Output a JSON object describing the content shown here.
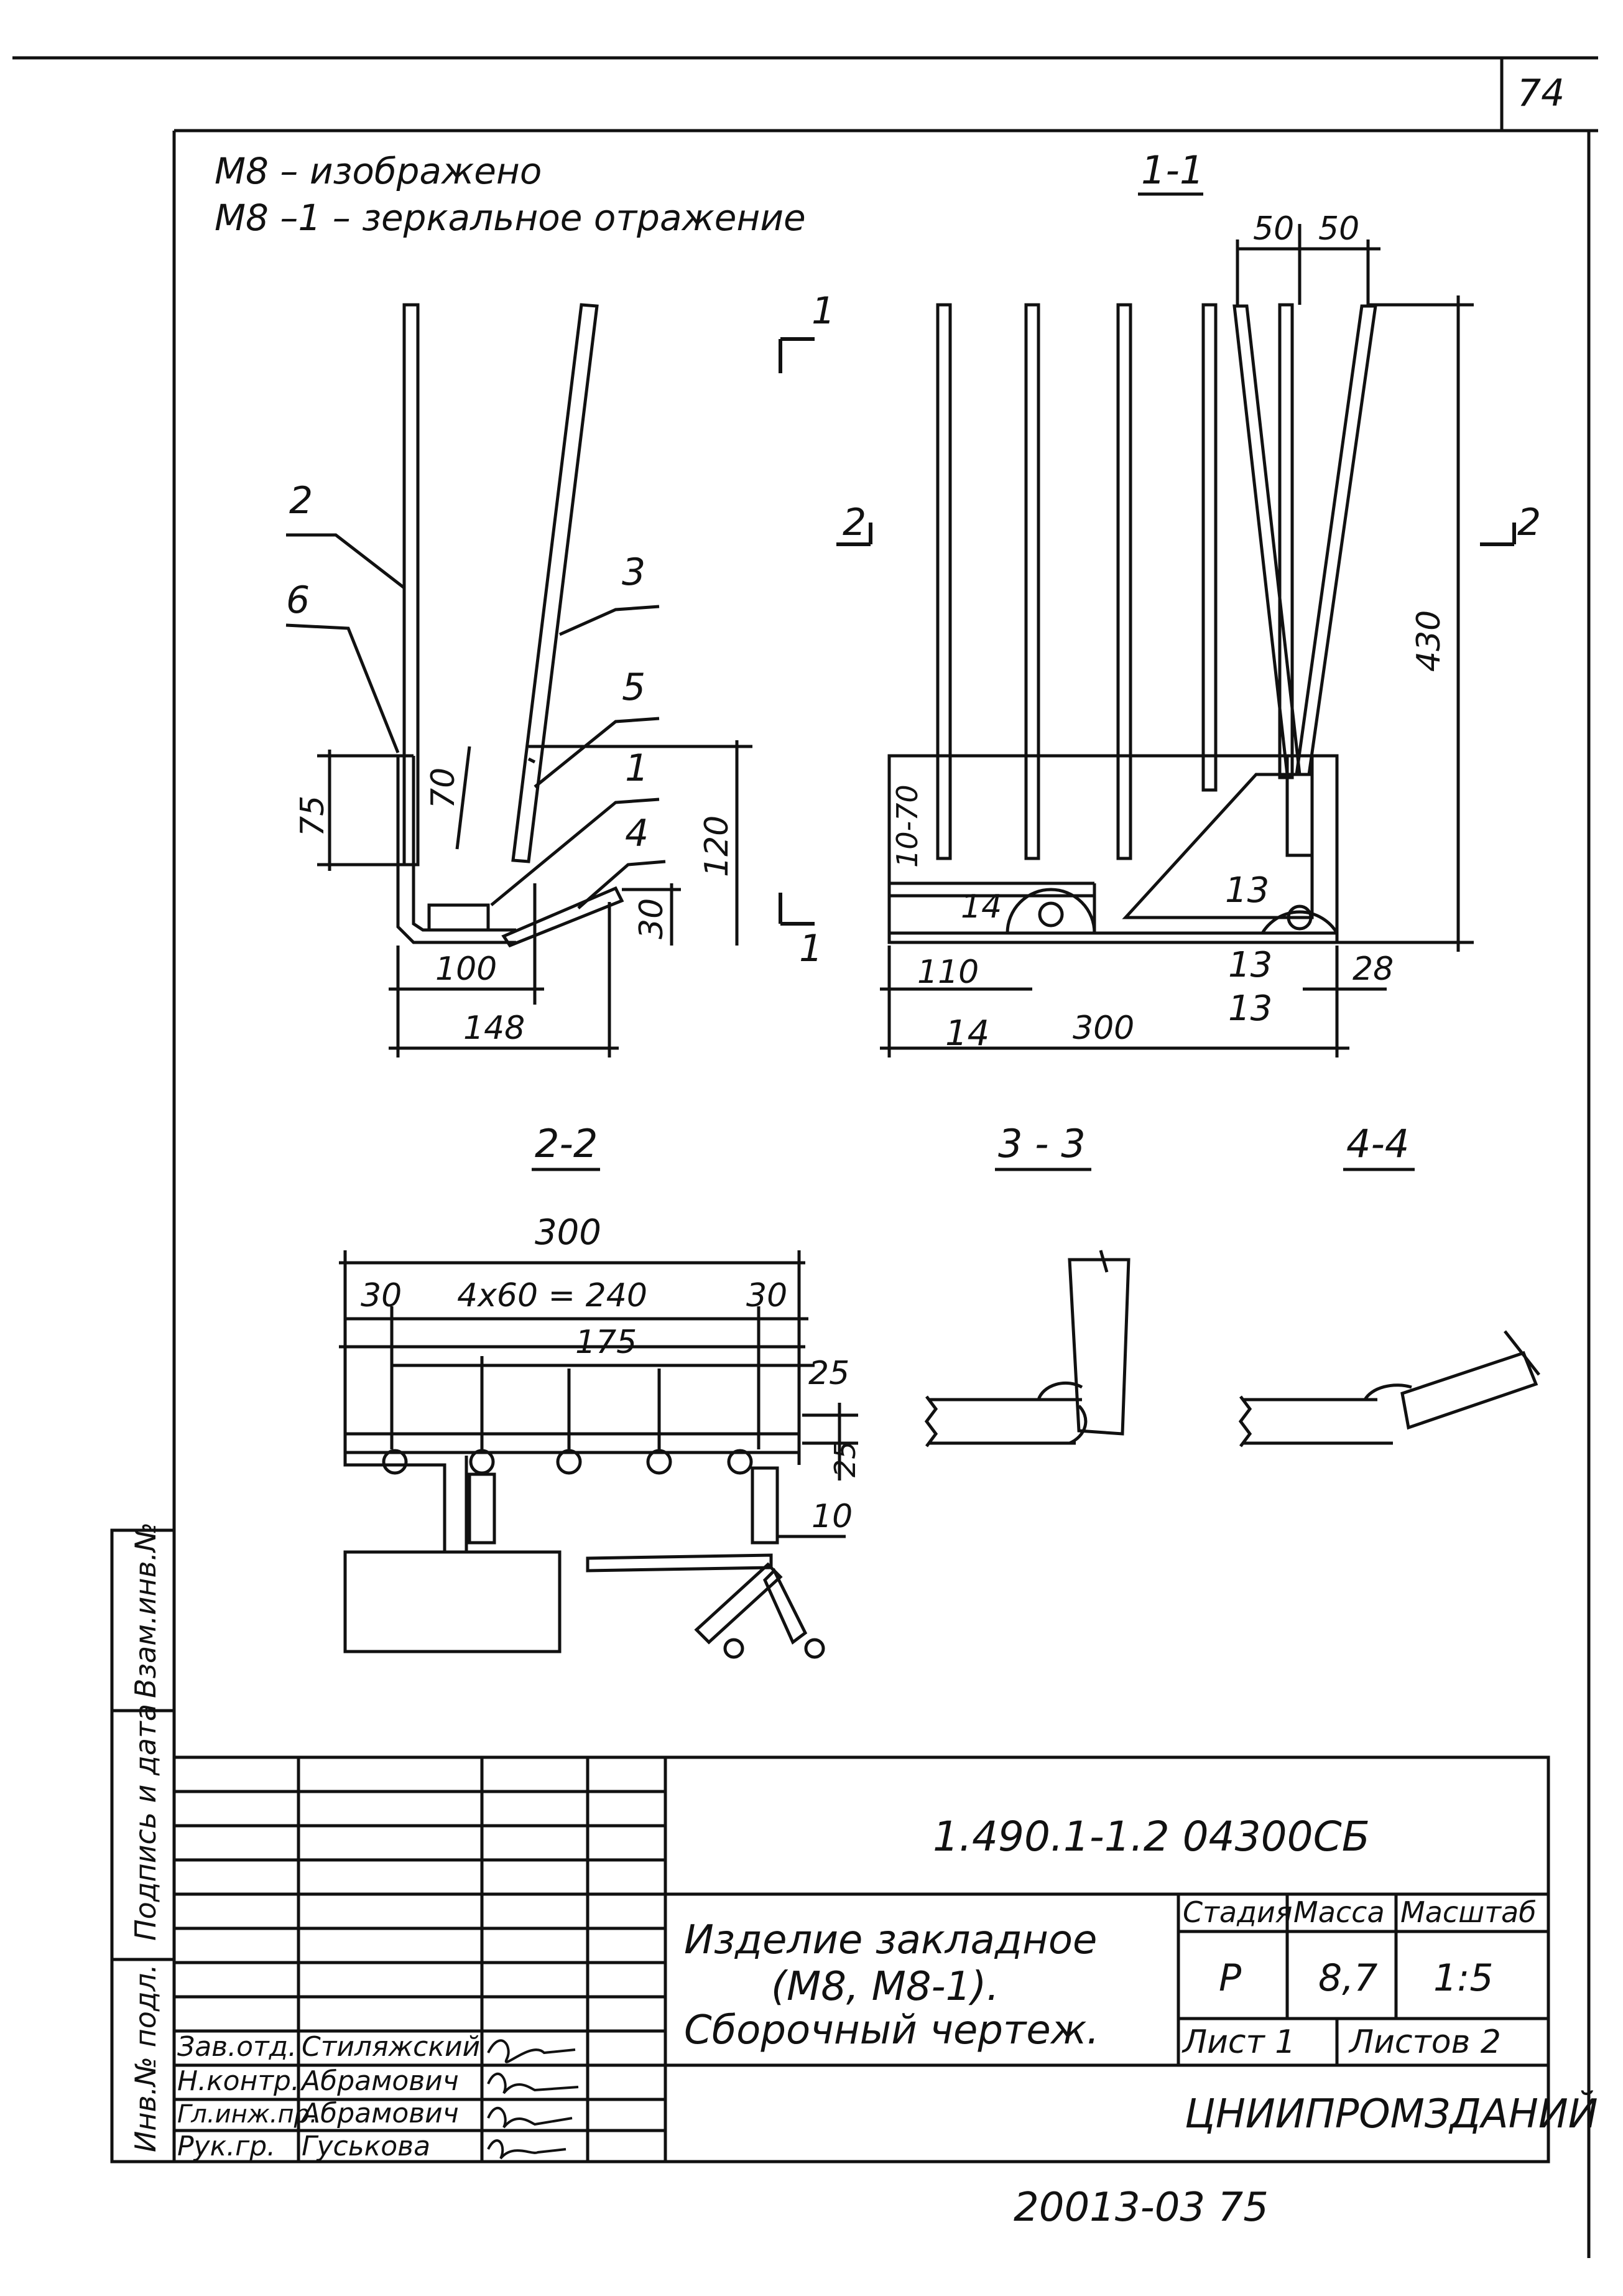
{
  "sheet": {
    "page_number": "74",
    "note_line1": "M8    – изображено",
    "note_line2": "M8 –1 – зеркальное отражение"
  },
  "sections": {
    "s11": "1-1",
    "s22": "2-2",
    "s33": "3 - 3",
    "s44": "4-4"
  },
  "cut_marks": {
    "c1_top": "1",
    "c1_bottom": "1",
    "c2_left": "2",
    "c2_right": "2"
  },
  "positions": {
    "p1": "1",
    "p2": "2",
    "p3": "3",
    "p4": "4",
    "p5": "5",
    "p6": "6",
    "p13a": "13",
    "p13b": "13",
    "p13c": "13",
    "p14a": "14",
    "p14b": "14"
  },
  "dimensions": {
    "d75": "75",
    "d70": "70",
    "d120": "120",
    "d30": "30",
    "d100": "100",
    "d148": "148",
    "d10_70": "10-70",
    "d110": "110",
    "d300a": "300",
    "d28": "28",
    "d50a": "50",
    "d50b": "50",
    "d430": "430",
    "d300b": "300",
    "d30a": "30",
    "d4x60": "4x60 = 240",
    "d30b": "30",
    "d175": "175",
    "d25a": "25",
    "d25b": "25",
    "d10": "10"
  },
  "title_block": {
    "doc_code": "1.490.1-1.2 04300СБ",
    "title_line1": "Изделие закладное",
    "title_line2": "(М8, М8-1).",
    "title_line3": "Сборочный чертеж.",
    "col_stage": "Стадия",
    "col_mass": "Масса",
    "col_scale": "Масштаб",
    "stage": "Р",
    "mass": "8,7",
    "scale": "1:5",
    "sheet": "Лист 1",
    "sheets": "Листов 2",
    "org": "ЦНИИПРОМЗДАНИЙ",
    "signers": [
      {
        "role": "Зав.отд.",
        "name": "Стиляжский"
      },
      {
        "role": "Н.контр.",
        "name": "Абрамович"
      },
      {
        "role": "Гл.инж.пр.",
        "name": "Абрамович"
      },
      {
        "role": "Рук.гр.",
        "name": "Гуськова"
      }
    ],
    "side_labels": [
      "Взам.инв.№",
      "Подпись и дата",
      "Инв.№ подл."
    ]
  },
  "footer": {
    "archive_number": "20013-03  75"
  }
}
